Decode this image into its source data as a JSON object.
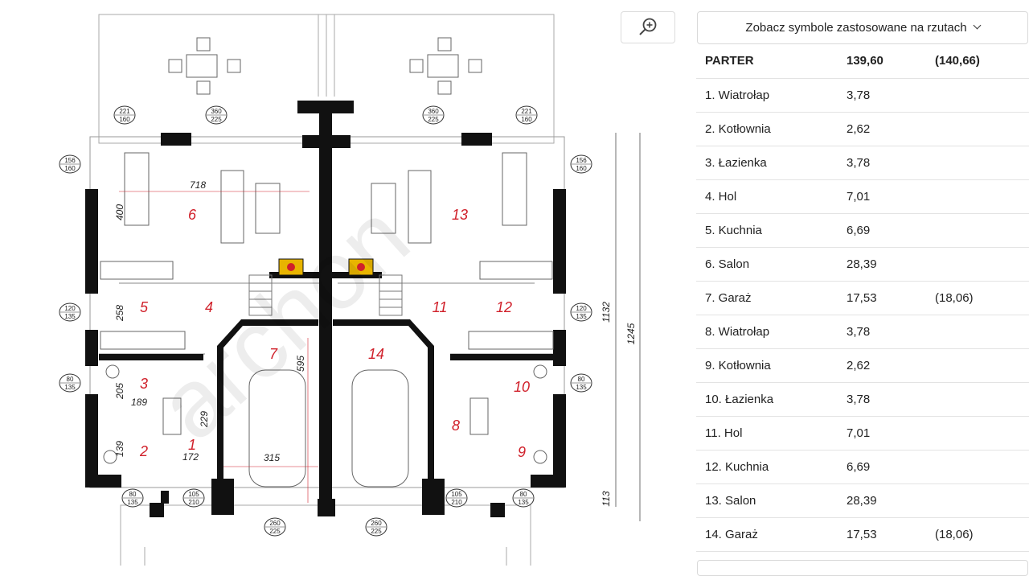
{
  "plan": {
    "room_numbers": [
      "1",
      "2",
      "3",
      "4",
      "5",
      "6",
      "7",
      "8",
      "9",
      "10",
      "11",
      "12",
      "13",
      "14"
    ],
    "dimensions": {
      "d718": "718",
      "d400": "400",
      "d258": "258",
      "d205": "205",
      "d189": "189",
      "d229": "229",
      "d139": "139",
      "d172": "172",
      "d315": "315",
      "d595": "595",
      "d1132": "1132",
      "d1245": "1245",
      "d113": "113"
    },
    "openings": {
      "w1": [
        "221",
        "160"
      ],
      "w2": [
        "360",
        "225"
      ],
      "w3": [
        "360",
        "225"
      ],
      "w4": [
        "221",
        "160"
      ],
      "w5": [
        "156",
        "160"
      ],
      "w6": [
        "156",
        "160"
      ],
      "w7": [
        "120",
        "135"
      ],
      "w8": [
        "120",
        "135"
      ],
      "w9": [
        "80",
        "135"
      ],
      "w10": [
        "80",
        "135"
      ],
      "w11": [
        "80",
        "135"
      ],
      "w12": [
        "80",
        "135"
      ],
      "w13": [
        "105",
        "210"
      ],
      "w14": [
        "105",
        "210"
      ],
      "w15": [
        "260",
        "225"
      ],
      "w16": [
        "260",
        "225"
      ]
    },
    "watermark": "archon"
  },
  "zoom": {
    "icon": "zoom-in-icon"
  },
  "symbols_button": {
    "label": "Zobacz symbole zastosowane na rzutach",
    "icon": "chevron-down-icon"
  },
  "table": {
    "header": {
      "name": "PARTER",
      "area": "139,60",
      "area_total": "(140,66)"
    },
    "rows": [
      {
        "name": "1. Wiatrołap",
        "area": "3,78",
        "extra": ""
      },
      {
        "name": "2. Kotłownia",
        "area": "2,62",
        "extra": ""
      },
      {
        "name": "3. Łazienka",
        "area": "3,78",
        "extra": ""
      },
      {
        "name": "4. Hol",
        "area": "7,01",
        "extra": ""
      },
      {
        "name": "5. Kuchnia",
        "area": "6,69",
        "extra": ""
      },
      {
        "name": "6. Salon",
        "area": "28,39",
        "extra": ""
      },
      {
        "name": "7. Garaż",
        "area": "17,53",
        "extra": "(18,06)"
      },
      {
        "name": "8. Wiatrołap",
        "area": "3,78",
        "extra": ""
      },
      {
        "name": "9. Kotłownia",
        "area": "2,62",
        "extra": ""
      },
      {
        "name": "10. Łazienka",
        "area": "3,78",
        "extra": ""
      },
      {
        "name": "11. Hol",
        "area": "7,01",
        "extra": ""
      },
      {
        "name": "12. Kuchnia",
        "area": "6,69",
        "extra": ""
      },
      {
        "name": "13. Salon",
        "area": "28,39",
        "extra": ""
      },
      {
        "name": "14. Garaż",
        "area": "17,53",
        "extra": "(18,06)"
      }
    ]
  },
  "colors": {
    "wall": "#111111",
    "room_number": "#d0202a",
    "dimension": "#222222",
    "fire": "#e8b400"
  }
}
